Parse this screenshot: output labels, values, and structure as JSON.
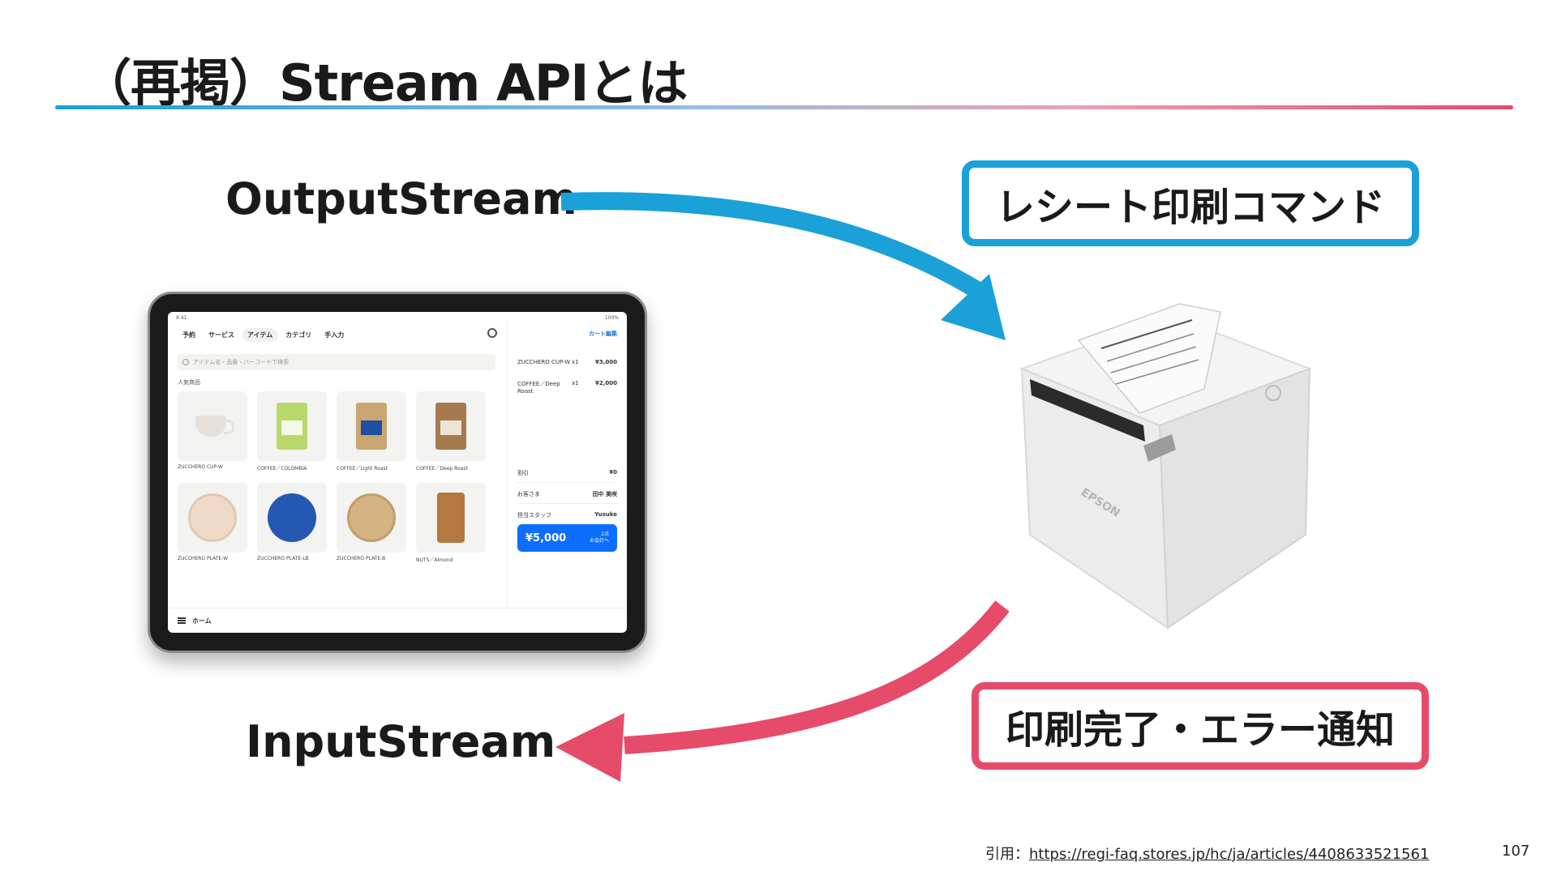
{
  "slide": {
    "title": "（再掲）Stream APIとは",
    "page_number": "107"
  },
  "diagram": {
    "output_label": "OutputStream",
    "input_label": "InputStream",
    "command_box": "レシート印刷コマンド",
    "notify_box": "印刷完了・エラー通知",
    "colors": {
      "output_arrow": "#1aa1d8",
      "input_arrow": "#e64b6a"
    }
  },
  "citation": {
    "prefix": "引用：",
    "url": "https://regi-faq.stores.jp/hc/ja/articles/4408633521561"
  },
  "printer": {
    "brand": "EPSON"
  },
  "tablet": {
    "status_time": "9:41",
    "status_battery": "100%",
    "tabs": [
      "予約",
      "サービス",
      "アイテム",
      "カテゴリ",
      "手入力"
    ],
    "search_placeholder": "アイテム名・品番・バーコードで検索",
    "section_label": "人気商品",
    "items": [
      {
        "name": "ZUCCHERO CUP-W",
        "icon": "cup-icon"
      },
      {
        "name": "COFFEE／COLOMBIA",
        "icon": "coffee-bag-green-icon"
      },
      {
        "name": "COFFEE／Light Roast",
        "icon": "coffee-bag-blue-icon"
      },
      {
        "name": "COFFEE／Deep Roast",
        "icon": "coffee-bag-brown-icon"
      },
      {
        "name": "ZUCCHERO PLATE-W",
        "icon": "plate-white-icon"
      },
      {
        "name": "ZUCCHERO PLATE-LB",
        "icon": "plate-blue-icon"
      },
      {
        "name": "ZUCCHERO PLATE-B",
        "icon": "plate-beige-icon"
      },
      {
        "name": "NUTS／Almond",
        "icon": "nuts-bag-icon"
      }
    ],
    "cart_edit": "カート編集",
    "cart_items": [
      {
        "name": "ZUCCHERO CUP-W",
        "qty": "x1",
        "price": "¥3,000"
      },
      {
        "name": "COFFEE／Deep Roast",
        "qty": "x1",
        "price": "¥2,000"
      }
    ],
    "discount_label": "割引",
    "discount_value": "¥0",
    "customer_label": "お客さま",
    "customer_value": "田中 美咲",
    "staff_label": "担当スタッフ",
    "staff_value": "Yusuke",
    "total": "¥5,000",
    "checkout_count": "2点",
    "checkout_label": "お会計へ",
    "home_label": "ホーム"
  }
}
